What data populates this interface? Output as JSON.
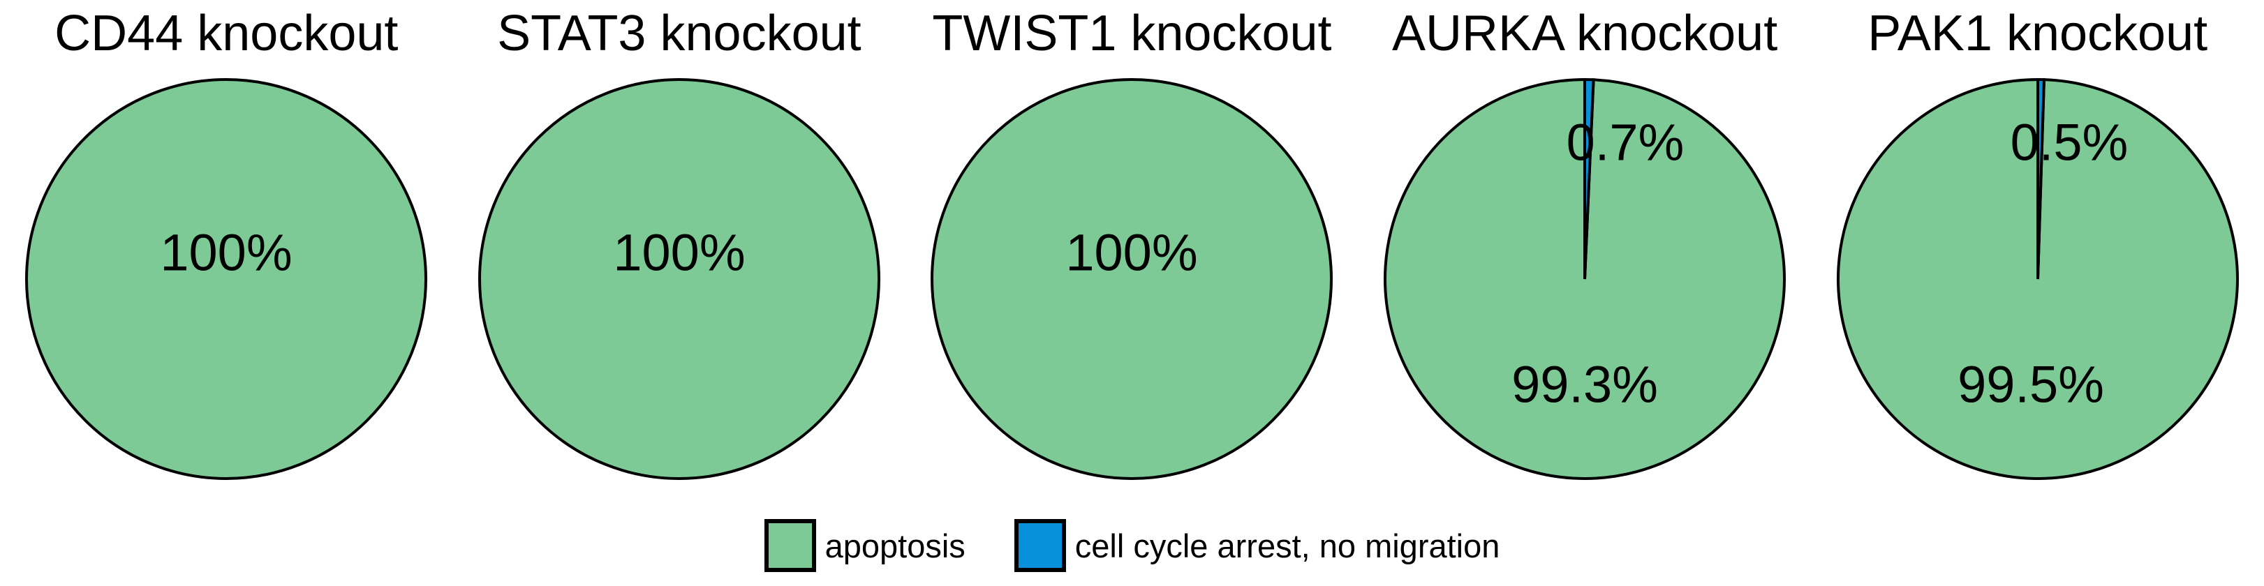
{
  "figure": {
    "background": "#ffffff",
    "text_color": "#000000",
    "wedge_edge_color": "#000000"
  },
  "legend": {
    "position": "bottom-center",
    "items": [
      {
        "label": "apoptosis",
        "color": "#7dca96"
      },
      {
        "label": "cell cycle arrest, no migration",
        "color": "#0990da"
      }
    ]
  },
  "chart_data": [
    {
      "type": "pie",
      "title": "CD44 knockout",
      "start_angle": 90,
      "direction": "counterclockwise",
      "slices": [
        {
          "label": "apoptosis",
          "value": 100,
          "pct_label": "100%",
          "color": "#7dca96",
          "label_dx": 0,
          "label_dy": -38
        }
      ]
    },
    {
      "type": "pie",
      "title": "STAT3 knockout",
      "start_angle": 90,
      "direction": "counterclockwise",
      "slices": [
        {
          "label": "apoptosis",
          "value": 100,
          "pct_label": "100%",
          "color": "#7dca96",
          "label_dx": 0,
          "label_dy": -38
        }
      ]
    },
    {
      "type": "pie",
      "title": "TWIST1 knockout",
      "start_angle": 90,
      "direction": "counterclockwise",
      "slices": [
        {
          "label": "apoptosis",
          "value": 100,
          "pct_label": "100%",
          "color": "#7dca96",
          "label_dx": 0,
          "label_dy": -38
        }
      ]
    },
    {
      "type": "pie",
      "title": "AURKA knockout",
      "start_angle": 90,
      "direction": "counterclockwise",
      "slices": [
        {
          "label": "apoptosis",
          "value": 99.3,
          "pct_label": "99.3%",
          "color": "#7dca96",
          "label_dx": 0,
          "label_dy": 151
        },
        {
          "label": "cell cycle arrest, no migration",
          "value": 0.7,
          "pct_label": "0.7%",
          "color": "#0990da",
          "label_dx": 58,
          "label_dy": -196
        }
      ]
    },
    {
      "type": "pie",
      "title": "PAK1 knockout",
      "start_angle": 90,
      "direction": "counterclockwise",
      "slices": [
        {
          "label": "apoptosis",
          "value": 99.5,
          "pct_label": "99.5%",
          "color": "#7dca96",
          "label_dx": -10,
          "label_dy": 151
        },
        {
          "label": "cell cycle arrest, no migration",
          "value": 0.5,
          "pct_label": "0.5%",
          "color": "#0990da",
          "label_dx": 45,
          "label_dy": -196
        }
      ]
    }
  ]
}
